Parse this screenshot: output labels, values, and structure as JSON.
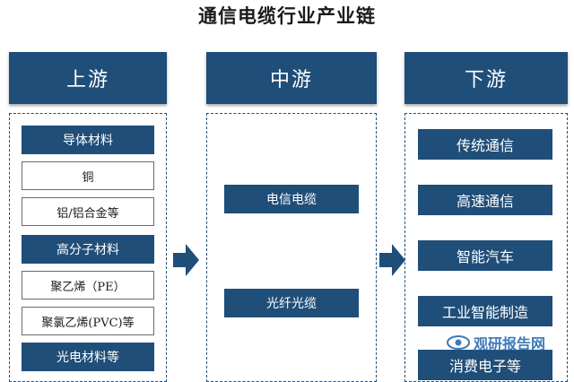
{
  "title": "通信电缆行业产业链",
  "columns": {
    "upstream": {
      "header": "上游",
      "items": [
        "导体材料",
        "铜",
        "铝/铝合金等",
        "高分子材料",
        "聚乙烯（PE）",
        "聚氯乙烯(PVC)等",
        "光电材料等"
      ]
    },
    "midstream": {
      "header": "中游",
      "items": [
        "电信电缆",
        "光纤光缆"
      ]
    },
    "downstream": {
      "header": "下游",
      "items": [
        "传统通信",
        "高速通信",
        "智能汽车",
        "工业智能制造",
        "消费电子等"
      ]
    }
  },
  "watermark": "观研报告网",
  "colors": {
    "primary": "#1f4e79",
    "border": "#6b6b6b"
  }
}
